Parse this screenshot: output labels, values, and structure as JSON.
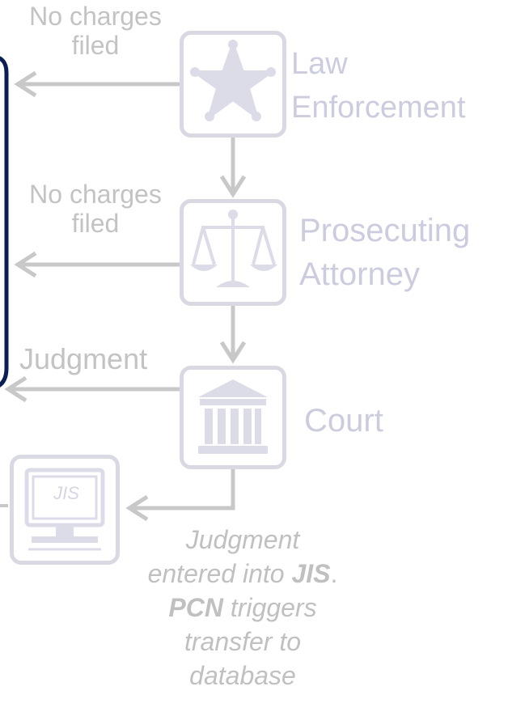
{
  "colors": {
    "navy": "#0b1f54",
    "arrow": "#c8c8c8",
    "icon_border": "#d9d9e4",
    "role_text": "#ccccdf",
    "label_text": "#c3c3c3"
  },
  "icons": {
    "law": "star-badge-icon",
    "prosecutor": "scales-of-justice-icon",
    "court": "courthouse-icon",
    "jis": "computer-monitor-icon"
  },
  "labels": {
    "no_charges_1": "No charges filed",
    "no_charges_1_line1": "No charges",
    "no_charges_1_line2": "filed",
    "no_charges_2_line1": "No charges",
    "no_charges_2_line2": "filed",
    "judgment": "Judgment"
  },
  "roles": {
    "law_line1": "Law",
    "law_line2": "Enforcement",
    "prosecutor_line1": "Prosecuting",
    "prosecutor_line2": "Attorney",
    "court": "Court"
  },
  "jis": {
    "screen_text": "JIS",
    "note_line1": "Judgment",
    "note_line2_a": "entered into ",
    "note_line2_b": "JIS",
    "note_line2_c": ".",
    "note_line3_a": "PCN",
    "note_line3_b": " triggers",
    "note_line4": "transfer to",
    "note_line5": "database"
  }
}
